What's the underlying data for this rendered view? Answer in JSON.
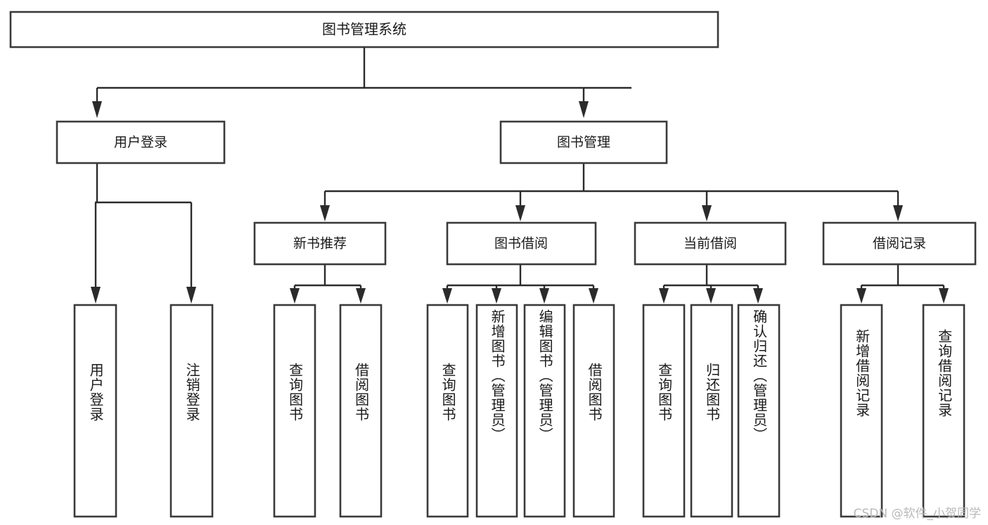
{
  "diagram": {
    "type": "tree-hierarchy-chart",
    "title": "图书管理系统",
    "root": {
      "label": "图书管理系统",
      "id": "root"
    },
    "level2": [
      {
        "id": "user-login",
        "label": "用户登录"
      },
      {
        "id": "book-manage",
        "label": "图书管理"
      }
    ],
    "level3": [
      {
        "id": "new-book-recommend",
        "label": "新书推荐",
        "parent": "book-manage"
      },
      {
        "id": "book-borrow",
        "label": "图书借阅",
        "parent": "book-manage"
      },
      {
        "id": "current-borrow",
        "label": "当前借阅",
        "parent": "book-manage"
      },
      {
        "id": "borrow-record",
        "label": "借阅记录",
        "parent": "book-manage"
      }
    ],
    "leaves": [
      {
        "id": "leaf-user-login",
        "label": "用户登录",
        "parent": "user-login"
      },
      {
        "id": "leaf-logout",
        "label": "注销登录",
        "parent": "user-login"
      },
      {
        "id": "leaf-query-book-1",
        "label": "查询图书",
        "parent": "new-book-recommend"
      },
      {
        "id": "leaf-borrow-book-1",
        "label": "借阅图书",
        "parent": "new-book-recommend"
      },
      {
        "id": "leaf-query-book-2",
        "label": "查询图书",
        "parent": "book-borrow"
      },
      {
        "id": "leaf-add-book",
        "label": "新增图书（管理员）",
        "parent": "book-borrow"
      },
      {
        "id": "leaf-edit-book",
        "label": "编辑图书（管理员）",
        "parent": "book-borrow"
      },
      {
        "id": "leaf-borrow-book-2",
        "label": "借阅图书",
        "parent": "book-borrow"
      },
      {
        "id": "leaf-query-book-3",
        "label": "查询图书",
        "parent": "current-borrow"
      },
      {
        "id": "leaf-return-book",
        "label": "归还图书",
        "parent": "current-borrow"
      },
      {
        "id": "leaf-confirm-return",
        "label": "确认归还（管理员）",
        "parent": "current-borrow"
      },
      {
        "id": "leaf-add-record",
        "label": "新增借阅记录",
        "parent": "borrow-record"
      },
      {
        "id": "leaf-query-record",
        "label": "查询借阅记录",
        "parent": "borrow-record"
      }
    ],
    "colors": {
      "box_stroke": "#3a3a3a",
      "box_fill": "#ffffff",
      "connector": "#2b2b2b",
      "text": "#1a1a1a",
      "watermark": "#b9b9b9",
      "background": "#ffffff"
    }
  },
  "watermark": {
    "text": "CSDN @软件_小贺同学"
  }
}
